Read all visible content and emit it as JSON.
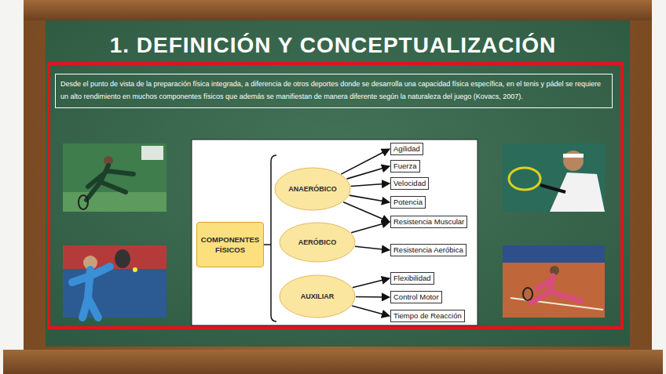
{
  "diagram": {
    "title": "1. DEFINICIÓN Y CONCEPTUALIZACIÓN",
    "nodes": [
      {
        "text": [
          "Desde el punto de vista de la preparación física integrada, a diferencia de otros deportes donde se desarrolla una capacidad física específica, en el tenis y pádel se requiere un alto rendimiento en muchos componentes físicos que además se manifiestan de manera diferente según la naturaleza del juego (Kovacs, 2007)."
        ]
      },
      {
        "text": [
          "COMPONENTES FÍSICOS"
        ]
      },
      {
        "text": [
          "ANAERÓBICO"
        ]
      },
      {
        "text": [
          "AERÓBICO"
        ]
      },
      {
        "text": [
          "AUXILIAR"
        ]
      },
      {
        "text": [
          "Agilidad"
        ]
      },
      {
        "text": [
          "Fuerza"
        ]
      },
      {
        "text": [
          "Velocidad"
        ]
      },
      {
        "text": [
          "Potencia"
        ]
      },
      {
        "text": [
          "Resistencia Muscular"
        ]
      },
      {
        "text": [
          "Resistencia Aeróbica"
        ]
      },
      {
        "text": [
          "Flexibilidad"
        ]
      },
      {
        "text": [
          "Control Motor"
        ]
      },
      {
        "text": [
          "Tiempo de Reacción"
        ]
      }
    ],
    "edges": [
      {
        "from": 2,
        "to": 5,
        "arrow": "to"
      },
      {
        "from": 2,
        "to": 6,
        "arrow": "to"
      },
      {
        "from": 2,
        "to": 7,
        "arrow": "to"
      },
      {
        "from": 2,
        "to": 8,
        "arrow": "to"
      },
      {
        "from": 2,
        "to": 9,
        "arrow": "to"
      },
      {
        "from": 3,
        "to": 9,
        "arrow": "to"
      },
      {
        "from": 3,
        "to": 10,
        "arrow": "to"
      },
      {
        "from": 4,
        "to": 11,
        "arrow": "to"
      },
      {
        "from": 4,
        "to": 12,
        "arrow": "to"
      },
      {
        "from": 4,
        "to": 13,
        "arrow": "to"
      }
    ]
  }
}
